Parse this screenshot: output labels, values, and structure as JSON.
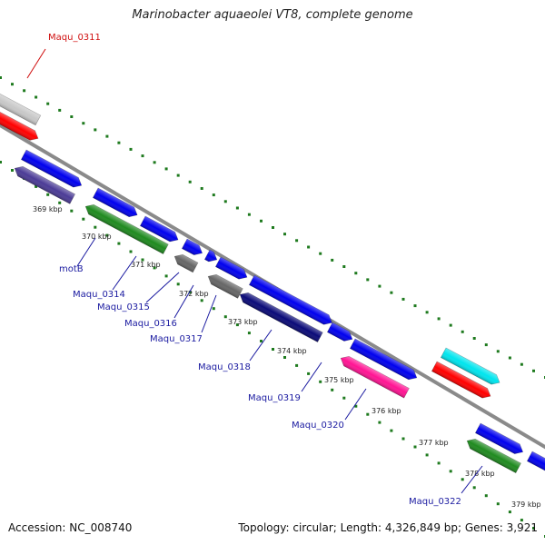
{
  "title": "Marinobacter aquaeolei VT8, complete genome",
  "footer": {
    "accession": "Accession: NC_008740",
    "summary": "Topology: circular; Length: 4,326,849 bp; Genes: 3,921"
  },
  "colors": {
    "backbone": "#8a8a8a",
    "tick_dots": "#1e7a1e",
    "gene_label": "#1a1aa0",
    "highlight_label": "#d01010"
  },
  "kbp_ticks": [
    {
      "label": "369 kbp",
      "pos": 0
    },
    {
      "label": "370 kbp",
      "pos": 1
    },
    {
      "label": "371 kbp",
      "pos": 2
    },
    {
      "label": "372 kbp",
      "pos": 3
    },
    {
      "label": "373 kbp",
      "pos": 4
    },
    {
      "label": "374 kbp",
      "pos": 5
    },
    {
      "label": "375 kbp",
      "pos": 6
    },
    {
      "label": "376 kbp",
      "pos": 7
    },
    {
      "label": "377 kbp",
      "pos": 8
    },
    {
      "label": "378 kbp",
      "pos": 9
    },
    {
      "label": "379 kbp",
      "pos": 10
    }
  ],
  "gene_labels": [
    {
      "name": "Maqu_0311",
      "color": "#d01010"
    },
    {
      "name": "motB",
      "color": "#1a1aa0"
    },
    {
      "name": "Maqu_0314",
      "color": "#1a1aa0"
    },
    {
      "name": "Maqu_0315",
      "color": "#1a1aa0"
    },
    {
      "name": "Maqu_0316",
      "color": "#1a1aa0"
    },
    {
      "name": "Maqu_0317",
      "color": "#1a1aa0"
    },
    {
      "name": "Maqu_0318",
      "color": "#1a1aa0"
    },
    {
      "name": "Maqu_0319",
      "color": "#1a1aa0"
    },
    {
      "name": "Maqu_0320",
      "color": "#1a1aa0"
    },
    {
      "name": "Maqu_0322",
      "color": "#1a1aa0"
    }
  ],
  "features": [
    {
      "color": "#c8c8c8",
      "track": "outer-reverse"
    },
    {
      "color": "#ff0000",
      "track": "outer-reverse"
    },
    {
      "color": "#0000ee",
      "track": "forward"
    },
    {
      "color": "#4b3b96",
      "track": "reverse"
    },
    {
      "color": "#0000ee",
      "track": "forward"
    },
    {
      "color": "#1f8a1f",
      "track": "reverse"
    },
    {
      "color": "#0000ee",
      "track": "forward"
    },
    {
      "color": "#0000ee",
      "track": "forward"
    },
    {
      "color": "#666666",
      "track": "reverse"
    },
    {
      "color": "#0000ee",
      "track": "forward"
    },
    {
      "color": "#0000ee",
      "track": "forward"
    },
    {
      "color": "#666666",
      "track": "reverse"
    },
    {
      "color": "#0000ee",
      "track": "forward"
    },
    {
      "color": "#0a0a78",
      "track": "reverse"
    },
    {
      "color": "#0000ee",
      "track": "forward"
    },
    {
      "color": "#0000ee",
      "track": "forward"
    },
    {
      "color": "#ff1493",
      "track": "reverse"
    },
    {
      "color": "#00e5ee",
      "track": "outer-forward"
    },
    {
      "color": "#ff0000",
      "track": "outer-reverse"
    },
    {
      "color": "#0000ee",
      "track": "forward"
    },
    {
      "color": "#1f8a1f",
      "track": "reverse"
    },
    {
      "color": "#0000ee",
      "track": "forward"
    }
  ]
}
